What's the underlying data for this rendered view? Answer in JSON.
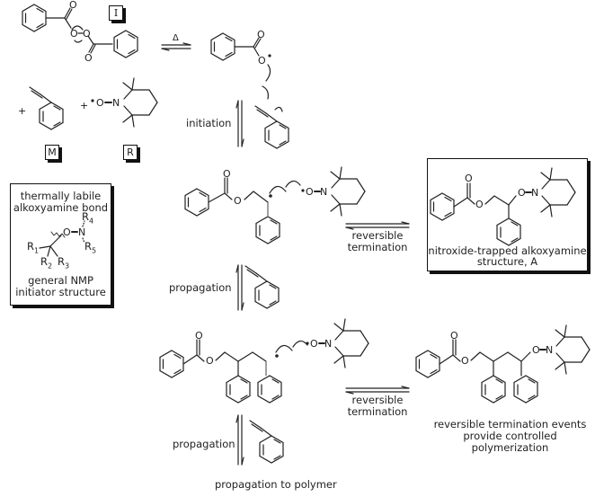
{
  "title": "Nitroxide-mediated polymerization (NMP) of styrene mechanism",
  "reagents": {
    "initiator_tag": "I",
    "monomer_tag": "M",
    "nitroxide_tag": "R",
    "plus_sign": "+",
    "heat_symbol": "Δ",
    "radical_dot": "•"
  },
  "atoms": {
    "oxygen": "O",
    "nitrogen": "N"
  },
  "general_structure_box": {
    "heading_line1": "thermally labile",
    "heading_line2": "alkoxyamine bond",
    "r1": "R1",
    "r2": "R2",
    "r3": "R3",
    "r4": "R4",
    "r5": "R5",
    "footer_line1": "general NMP",
    "footer_line2": "initiator structure"
  },
  "steps": {
    "initiation": "initiation",
    "propagation_1": "propagation",
    "propagation_2": "propagation",
    "propagation_to_polymer": "propagation to polymer",
    "reversible_termination_1_line1": "reversible",
    "reversible_termination_1_line2": "termination",
    "reversible_termination_2_line1": "reversible",
    "reversible_termination_2_line2": "termination"
  },
  "product_box": {
    "caption_line1": "nitroxide-trapped alkoxyamine",
    "caption_line2": "structure, A"
  },
  "final_note": {
    "line1": "reversible termination events",
    "line2": "provide controlled",
    "line3": "polymerization"
  }
}
